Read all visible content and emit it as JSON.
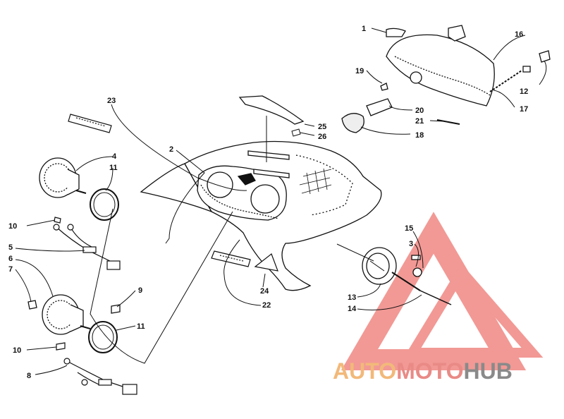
{
  "diagram": {
    "callouts": [
      {
        "id": "c1",
        "label": "1"
      },
      {
        "id": "c16",
        "label": "16"
      },
      {
        "id": "c19",
        "label": "19"
      },
      {
        "id": "c12",
        "label": "12"
      },
      {
        "id": "c17",
        "label": "17"
      },
      {
        "id": "c20",
        "label": "20"
      },
      {
        "id": "c21",
        "label": "21"
      },
      {
        "id": "c18",
        "label": "18"
      },
      {
        "id": "c23",
        "label": "23"
      },
      {
        "id": "c25",
        "label": "25"
      },
      {
        "id": "c26",
        "label": "26"
      },
      {
        "id": "c2",
        "label": "2"
      },
      {
        "id": "c4",
        "label": "4"
      },
      {
        "id": "c11a",
        "label": "11"
      },
      {
        "id": "c10a",
        "label": "10"
      },
      {
        "id": "c5",
        "label": "5"
      },
      {
        "id": "c6",
        "label": "6"
      },
      {
        "id": "c7",
        "label": "7"
      },
      {
        "id": "c9",
        "label": "9"
      },
      {
        "id": "c11b",
        "label": "11"
      },
      {
        "id": "c10b",
        "label": "10"
      },
      {
        "id": "c8",
        "label": "8"
      },
      {
        "id": "c15",
        "label": "15"
      },
      {
        "id": "c3",
        "label": "3"
      },
      {
        "id": "c13",
        "label": "13"
      },
      {
        "id": "c14",
        "label": "14"
      },
      {
        "id": "c24",
        "label": "24"
      },
      {
        "id": "c22",
        "label": "22"
      }
    ]
  },
  "watermark": {
    "parts": [
      "AUTO",
      "MOTO",
      "HUB"
    ],
    "colors": {
      "auto": "#f2b97a",
      "moto": "#e98a86",
      "hub": "#8a8a8a",
      "triangle": "#e8463f"
    }
  }
}
